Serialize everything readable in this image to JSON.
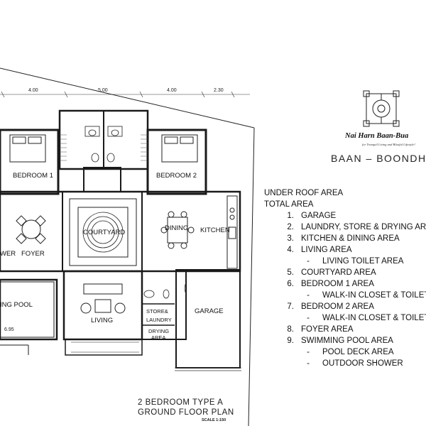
{
  "dimensions": [
    "4.00",
    "5.00",
    "4.00",
    "2.30",
    "6.95"
  ],
  "rooms": {
    "bedroom1": "BEDROOM  1",
    "bedroom2": "BEDROOM  2",
    "courtyard": "COURTYARD",
    "dining": "DINING",
    "kitchen": "KITCHEN",
    "foyer": "FOYER",
    "shower": "WER",
    "pool": "ING POOL",
    "living": "LIVING",
    "store1": "STORE&",
    "store2": "LAUNDRY",
    "drying1": "DRYING",
    "drying2": "AREA",
    "garage": "GARAGE"
  },
  "brand": {
    "name": "Nai Harn Baan-Bua",
    "tagline": "for Tranquil Living and Blissful Lifestyle!",
    "project": "BAAN  –  BOONDH"
  },
  "legend": {
    "heading1": "UNDER ROOF AREA",
    "heading2": "TOTAL AREA",
    "items": [
      {
        "num": "1.",
        "label": "GARAGE"
      },
      {
        "num": "2.",
        "label": "LAUNDRY, STORE & DRYING AREA"
      },
      {
        "num": "3.",
        "label": "KITCHEN & DINING AREA"
      },
      {
        "num": "4.",
        "label": "LIVING AREA"
      },
      {
        "num": "-",
        "label": "LIVING TOILET AREA"
      },
      {
        "num": "5.",
        "label": "COURTYARD AREA"
      },
      {
        "num": "6.",
        "label": "BEDROOM 1 AREA"
      },
      {
        "num": "-",
        "label": "WALK-IN CLOSET & TOILET"
      },
      {
        "num": "7.",
        "label": "BEDROOM 2 AREA"
      },
      {
        "num": "-",
        "label": "WALK-IN CLOSET & TOILET"
      },
      {
        "num": "8.",
        "label": "FOYER AREA"
      },
      {
        "num": "9.",
        "label": "SWIMMING POOL AREA"
      },
      {
        "num": "-",
        "label": "POOL DECK AREA"
      },
      {
        "num": "-",
        "label": "OUTDOOR SHOWER"
      }
    ]
  },
  "plan": {
    "title_line1": "2 BEDROOM TYPE A",
    "title_line2": "GROUND FLOOR PLAN",
    "scale": "SCALE  1:150"
  }
}
